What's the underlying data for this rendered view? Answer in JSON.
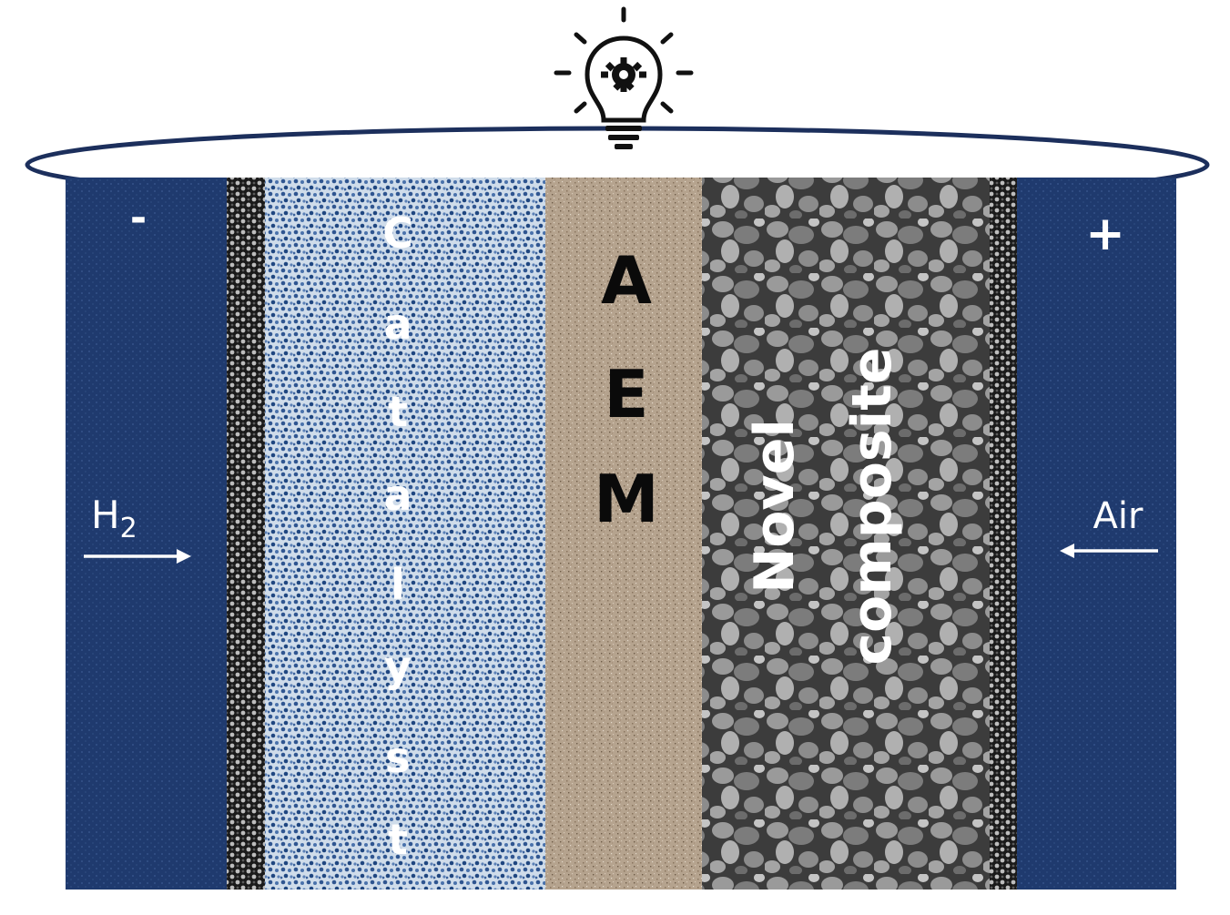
{
  "labels": {
    "anode_sign": "-",
    "cathode_sign": "+",
    "anode_gas_base": "H",
    "anode_gas_sub": "2",
    "cathode_gas": "Air",
    "catalyst_letters": [
      "C",
      "a",
      "t",
      "a",
      "l",
      "y",
      "s",
      "t"
    ],
    "aem_letters": [
      "A",
      "E",
      "M"
    ],
    "composite_line1": "Novel",
    "composite_line2": "composite"
  },
  "icons": {
    "light": "lightbulb-gear-icon"
  },
  "colors": {
    "electrode_blue": "#1f3a6e",
    "circuit_wire": "#1c2f5c",
    "catalyst_blue": "#3a5f9a",
    "aem_tan": "#b39f8a",
    "composite_gray": "#6a6a6a",
    "gdl_dark": "#2a2a2a"
  }
}
